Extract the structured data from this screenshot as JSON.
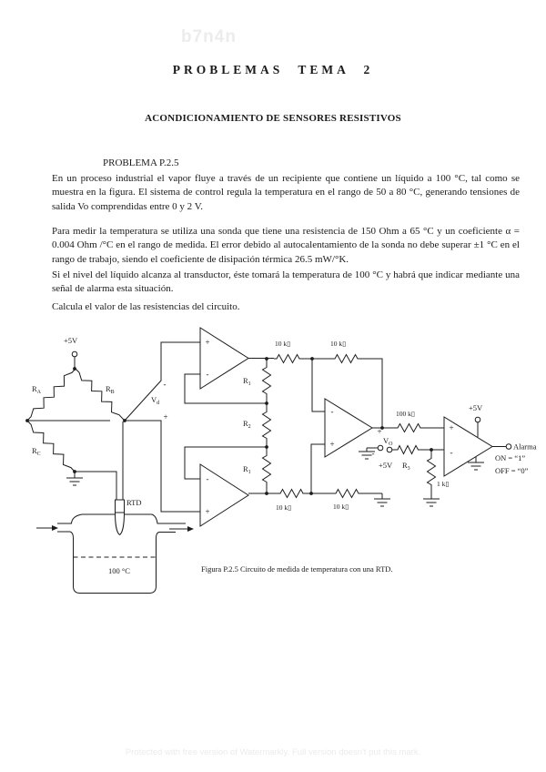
{
  "watermarks": {
    "top": "b7n4n",
    "bottom": "Protected with free version of Watermarkly. Full version doesn't put this mark."
  },
  "header": {
    "title": "PROBLEMAS TEMA 2",
    "subtitle": "ACONDICIONAMIENTO DE SENSORES RESISTIVOS"
  },
  "problem": {
    "label": "PROBLEMA P.2.5",
    "p1": "En un proceso industrial el vapor fluye a través de un recipiente que contiene un líquido a 100 °C, tal como se muestra en la figura. El sistema de control regula la temperatura en el rango de 50 a 80 °C, generando tensiones de salida Vo comprendidas entre 0 y 2 V.",
    "p2": "Para medir la temperatura se utiliza una sonda que tiene una resistencia de 150 Ohm a 65 °C y un coeficiente α = 0.004 Ohm /°C en el rango de medida. El error debido al autocalentamiento de la sonda no debe superar ±1 °C en el rango de trabajo, siendo el coeficiente de disipación térmica 26.5 mW/°K.",
    "p3": "Si el nivel del líquido alcanza al transductor, éste tomará la temperatura de 100 °C y habrá que indicar mediante una señal de alarma esta situación.",
    "p4": "Calcula el valor de las resistencias del circuito."
  },
  "figure": {
    "caption": "Figura P.2.5 Circuito de medida de temperatura con una RTD.",
    "labels": {
      "bridge_supply": "+5V",
      "comp_supply": "+5V",
      "ref_supply": "+5V",
      "ra": {
        "base": "R",
        "sub": "A"
      },
      "rb": {
        "base": "R",
        "sub": "B"
      },
      "rc": {
        "base": "R",
        "sub": "C"
      },
      "r1": {
        "base": "R",
        "sub": "1"
      },
      "r2": {
        "base": "R",
        "sub": "2"
      },
      "r3": {
        "base": "R",
        "sub": "3"
      },
      "vd": {
        "base": "V",
        "sub": "d"
      },
      "vo": {
        "base": "V",
        "sub": "O"
      },
      "r10k": "10 k▯",
      "r100k": "100 k▯",
      "r1k": "1 k▯",
      "rtd": "RTD",
      "temp": "100 °C",
      "alarma": "Alarma",
      "on_state": "ON = “1”",
      "off_state": "OFF = “0”",
      "plus": "+",
      "minus": "-"
    }
  }
}
